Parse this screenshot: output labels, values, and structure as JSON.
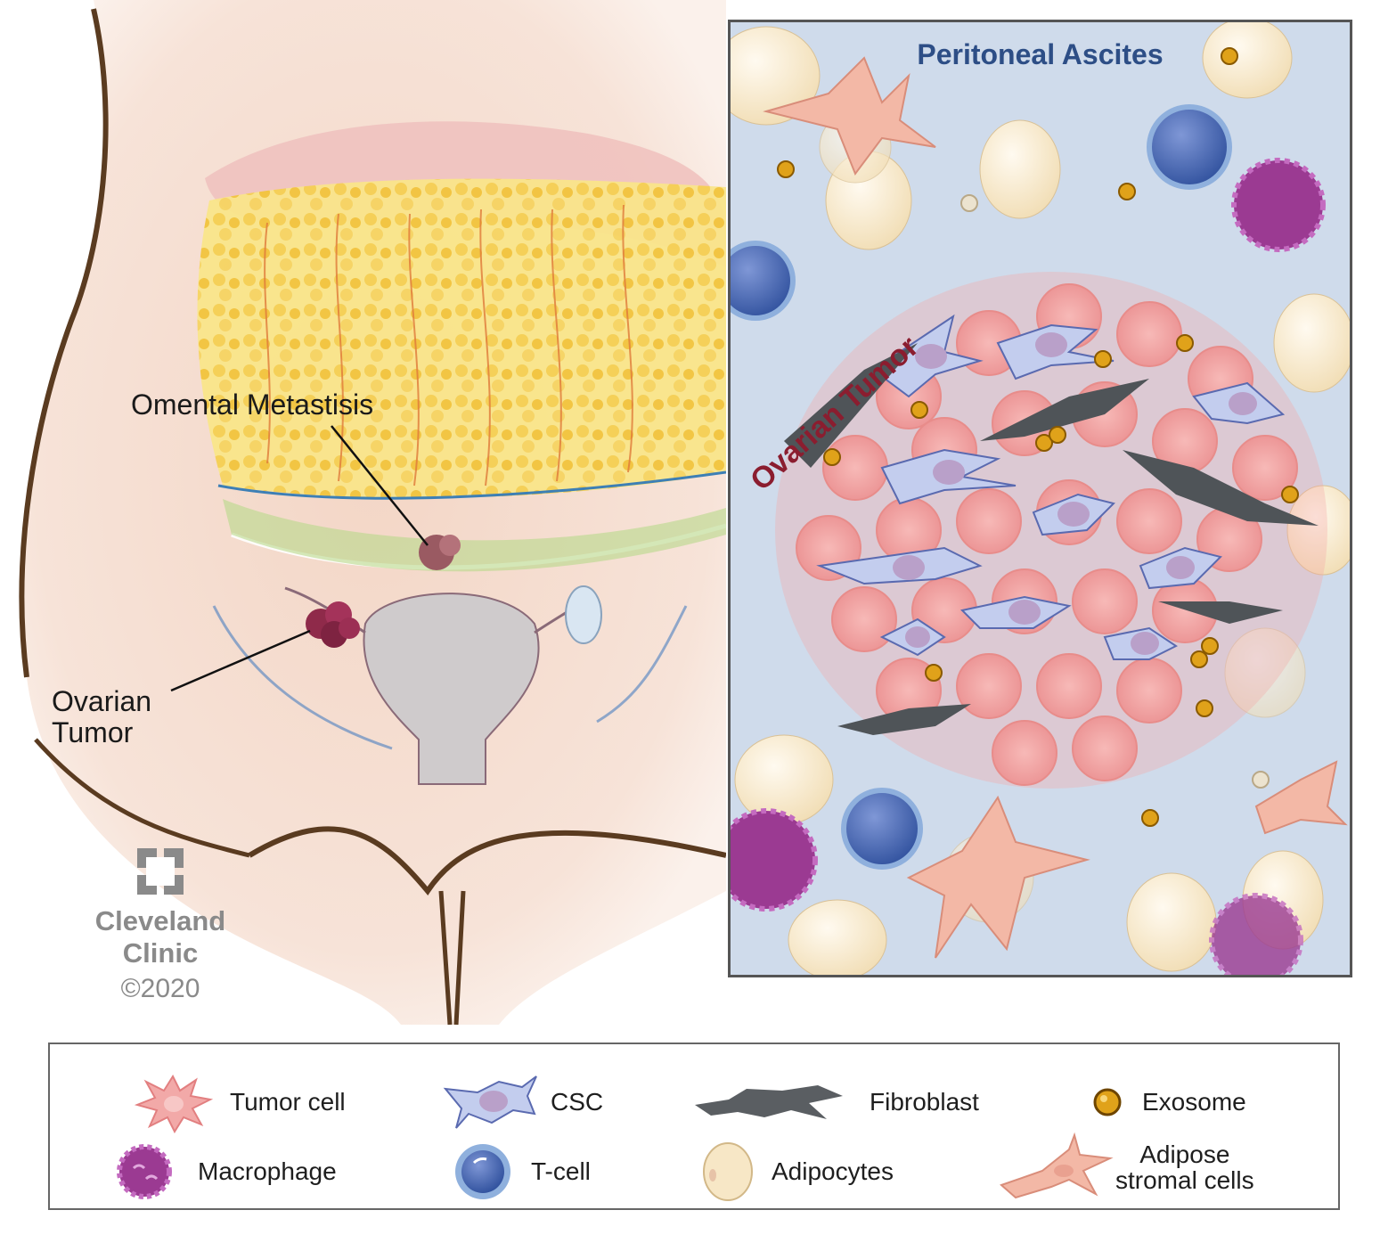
{
  "labels": {
    "omental": "Omental Metastisis",
    "ovarian_line1": "Ovarian",
    "ovarian_line2": "Tumor"
  },
  "logo": {
    "line1": "Cleveland",
    "line2": "Clinic",
    "copyright": "©2020"
  },
  "inset": {
    "title": "Peritoneal Ascites",
    "tumor_label": "Ovarian Tumor"
  },
  "legend": {
    "items": [
      {
        "icon": "tumor-cell-icon",
        "label": "Tumor cell"
      },
      {
        "icon": "csc-icon",
        "label": "CSC"
      },
      {
        "icon": "fibroblast-icon",
        "label": "Fibroblast"
      },
      {
        "icon": "exosome-icon",
        "label": "Exosome"
      },
      {
        "icon": "macrophage-icon",
        "label": "Macrophage"
      },
      {
        "icon": "t-cell-icon",
        "label": "T-cell"
      },
      {
        "icon": "adipocytes-icon",
        "label": "Adipocytes"
      },
      {
        "icon": "adipose-stromal-icon",
        "label_line1": "Adipose",
        "label_line2": "stromal cells"
      }
    ]
  },
  "colors": {
    "tumor_cell": "#f2a9a8",
    "csc": "#b9c6ea",
    "fibroblast": "#5a5e62",
    "exosome": "#e0a21a",
    "macrophage": "#9b3a92",
    "t_cell": "#3f61b0",
    "adipocyte": "#f7e7c6",
    "stromal": "#f3b8a6",
    "inset_background": "#cfdbeb",
    "title": "#2d4e86",
    "tumor_label": "#8b1d2f"
  }
}
